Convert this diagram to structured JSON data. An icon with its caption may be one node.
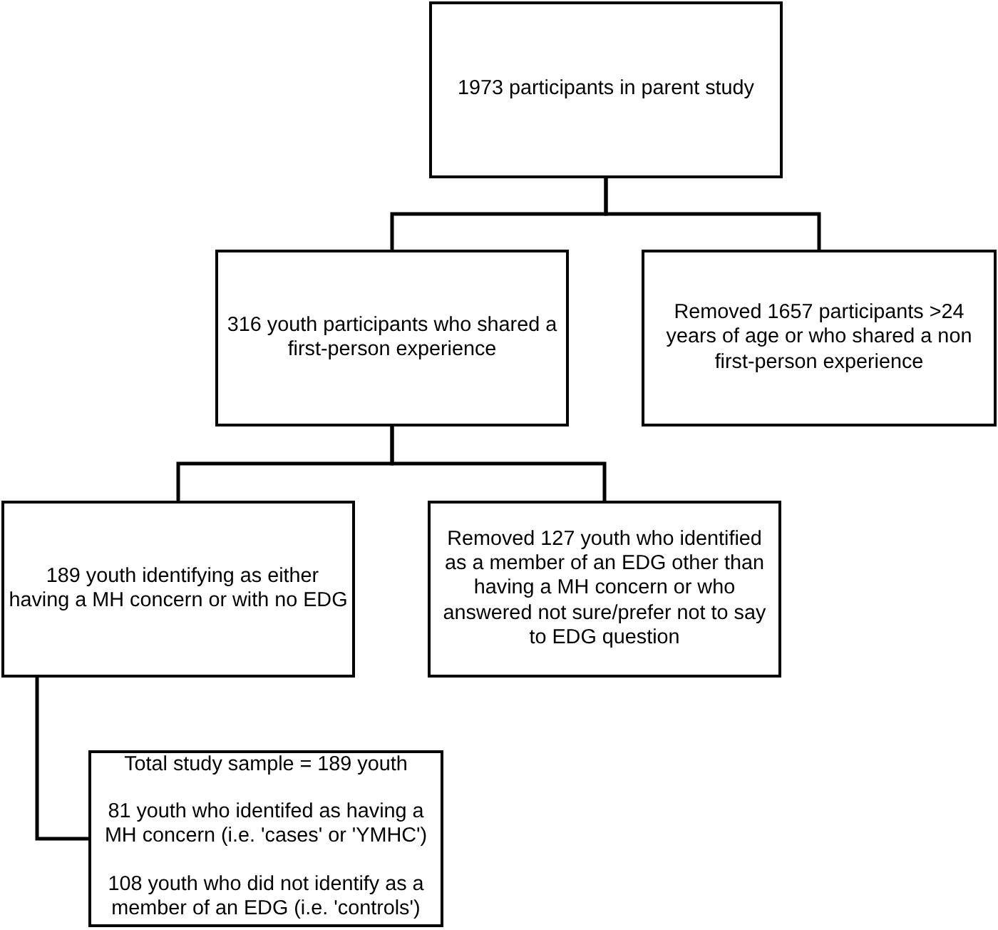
{
  "diagram": {
    "nodes": [
      {
        "text": [
          "1973 participants in parent study"
        ]
      },
      {
        "text": [
          "316 youth participants who shared a first-person experience"
        ]
      },
      {
        "text": [
          "Removed 1657 participants >24 years of age or who shared a non first-person experience"
        ]
      },
      {
        "text": [
          "189 youth identifying as either having a MH concern or with no EDG"
        ]
      },
      {
        "text": [
          "Removed 127 youth who identified as a member of an EDG other than having a MH concern or who answered not sure/prefer not to say to EDG question"
        ]
      },
      {
        "text": [
          "Total study sample = 189 youth",
          "81 youth who identifed as having a MH concern (i.e. 'cases' or 'YMHC')",
          "108 youth who did not identify as a member of an EDG (i.e. 'controls')"
        ]
      }
    ],
    "edges": [
      {
        "from": 0,
        "to": 1,
        "arrow": "none"
      },
      {
        "from": 0,
        "to": 2,
        "arrow": "none"
      },
      {
        "from": 1,
        "to": 3,
        "arrow": "none"
      },
      {
        "from": 1,
        "to": 4,
        "arrow": "none"
      },
      {
        "from": 3,
        "to": 5,
        "arrow": "none"
      }
    ]
  }
}
